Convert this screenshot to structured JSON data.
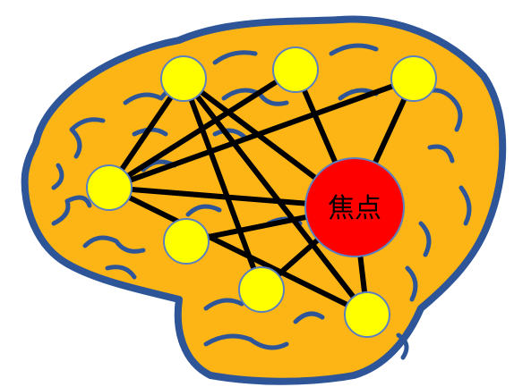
{
  "focus_node": {
    "label": "焦点"
  },
  "colors": {
    "brain_fill": "#FDB515",
    "brain_outline": "#2E5597",
    "node_fill": "#FFFF00",
    "node_stroke": "#5B7FBF",
    "focus_fill": "#FF0000",
    "focus_stroke": "#5B7FBF",
    "edge": "#000000"
  },
  "nodes": [
    "n1",
    "n2",
    "n3",
    "n4",
    "n5",
    "n6",
    "n7",
    "focus"
  ],
  "edges": [
    [
      "n1",
      "n4"
    ],
    [
      "n1",
      "n6"
    ],
    [
      "n1",
      "n7"
    ],
    [
      "n1",
      "focus"
    ],
    [
      "n2",
      "n4"
    ],
    [
      "n2",
      "focus"
    ],
    [
      "n3",
      "n4"
    ],
    [
      "n3",
      "focus"
    ],
    [
      "n4",
      "n7"
    ],
    [
      "n4",
      "focus"
    ],
    [
      "n5",
      "focus"
    ],
    [
      "n6",
      "focus"
    ],
    [
      "n7",
      "focus"
    ]
  ]
}
